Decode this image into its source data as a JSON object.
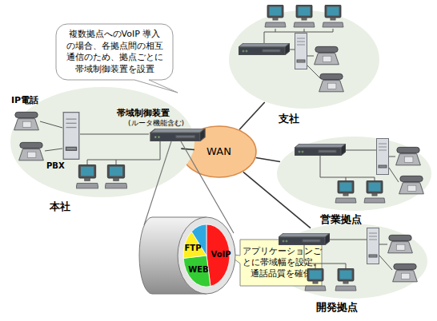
{
  "diagram": {
    "nodes": [
      {
        "text": [
          "複数拠点へのVoIP 導入 の場合、各拠点間の相互 通信のため、拠点ごとに 帯域制御装置を設置"
        ]
      },
      {
        "text": [
          "支社"
        ]
      },
      {
        "text": [
          "WAN"
        ]
      },
      {
        "text": [
          "本社"
        ]
      },
      {
        "text": [
          "営業拠点"
        ]
      },
      {
        "text": [
          "開発拠点"
        ]
      },
      {
        "text": [
          "アプリケーションご とに帯域幅を設定。 通話品質を確保"
        ]
      }
    ],
    "edges": [
      {
        "from": 2,
        "to": 1,
        "arrow": "none"
      },
      {
        "from": 2,
        "to": 3,
        "arrow": "none"
      },
      {
        "from": 2,
        "to": 4,
        "arrow": "none"
      },
      {
        "from": 2,
        "to": 5,
        "arrow": "none"
      }
    ],
    "labels": [
      "IP電話",
      "PBX",
      "帯域制御装置",
      "(ルータ機能含む)",
      "VoIP",
      "FTP",
      "WEB"
    ]
  }
}
